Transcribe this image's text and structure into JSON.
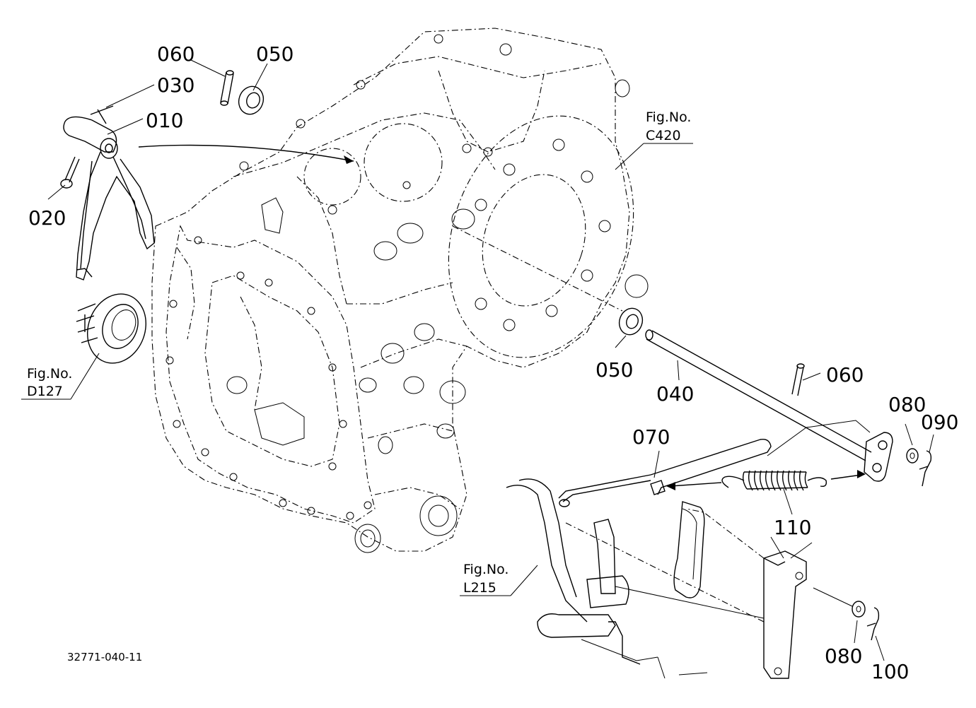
{
  "parts": {
    "p010": "010",
    "p020": "020",
    "p030": "030",
    "p040": "040",
    "p050_top": "050",
    "p050_mid": "050",
    "p060_top": "060",
    "p060_right": "060",
    "p070": "070",
    "p080_upper": "080",
    "p080_lower": "080",
    "p090": "090",
    "p100": "100",
    "p110": "110"
  },
  "figure_refs": {
    "d127": {
      "label": "Fig.No.",
      "code": "D127"
    },
    "c420": {
      "label": "Fig.No.",
      "code": "C420"
    },
    "l215": {
      "label": "Fig.No.",
      "code": "L215"
    }
  },
  "drawing_code": "32771-040-11",
  "icons": [
    "transmission-case-drawing",
    "shift-fork-drawing",
    "coupler-drawing",
    "shift-rod-drawing",
    "spring-drawing",
    "pedal-drawing"
  ]
}
